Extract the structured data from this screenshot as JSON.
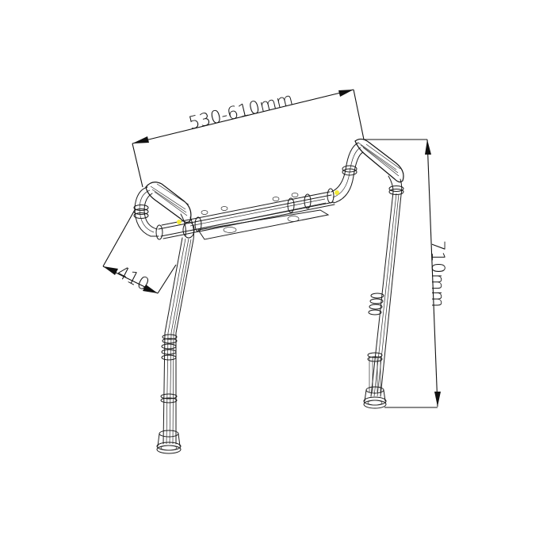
{
  "diagram": {
    "subject": "Adjustable safety rail frame (wireframe line drawing)",
    "dimensions": {
      "width": {
        "label": "530-610mm",
        "description": "handle span between grips"
      },
      "depth": {
        "label": "410",
        "description": "left grip depth"
      },
      "height": {
        "label": "710mm",
        "description": "overall height to floor"
      }
    },
    "colors": {
      "line": "#1a1a1a",
      "background": "#ffffff",
      "marker": "#f2ea3a"
    },
    "parts": [
      "left-grip",
      "right-grip",
      "crossbar",
      "mounting-plate",
      "left-leg",
      "right-leg",
      "left-foot",
      "right-foot"
    ]
  }
}
